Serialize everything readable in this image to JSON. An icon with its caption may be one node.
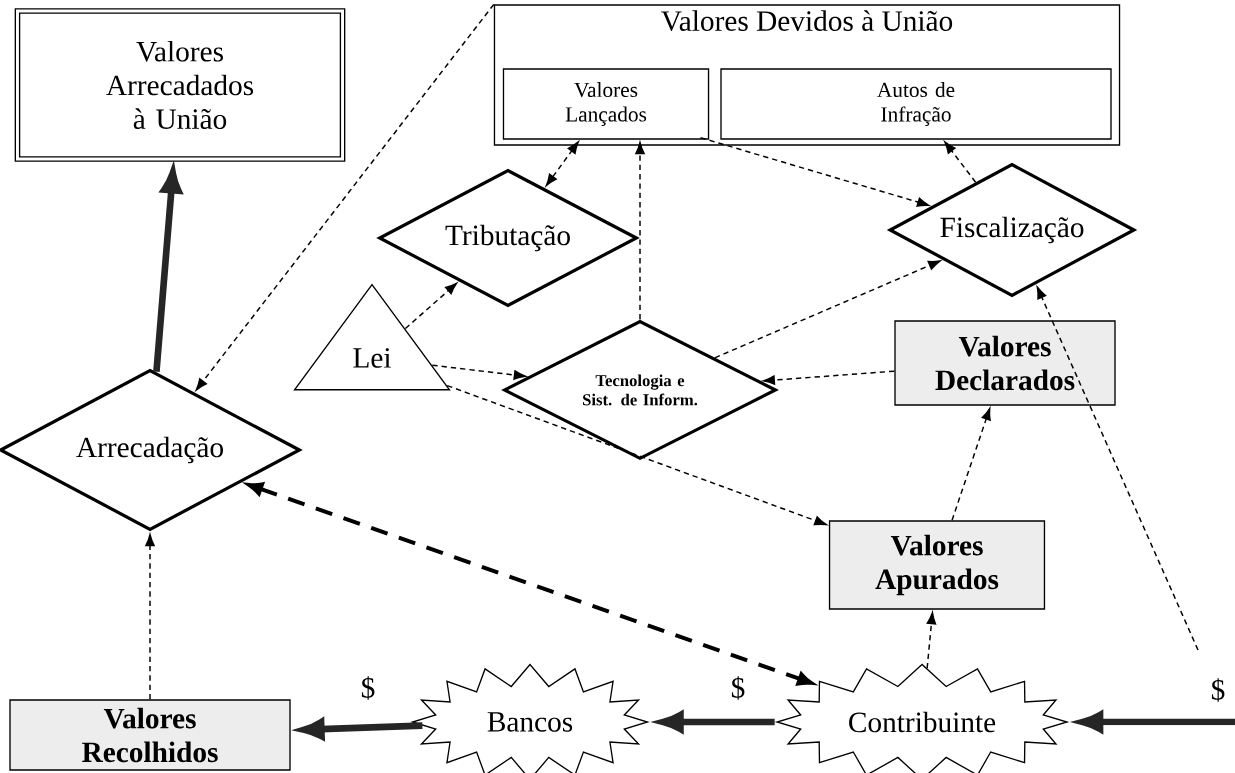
{
  "diagram": {
    "nodes": [
      {
        "text": [
          "Valores Arrecadados à União"
        ]
      },
      {
        "text": [
          "Valores Devidos à União"
        ]
      },
      {
        "text": [
          "Valores Lançados"
        ],
        "in": 1
      },
      {
        "text": [
          "Autos de Infração"
        ],
        "in": 1
      },
      {
        "text": [
          "Tributação"
        ]
      },
      {
        "text": [
          "Fiscalização"
        ]
      },
      {
        "text": [
          "Lei"
        ]
      },
      {
        "text": [
          "Tecnologia e Sist. de Inform."
        ]
      },
      {
        "text": [
          "Valores Declarados"
        ]
      },
      {
        "text": [
          "Arrecadação"
        ]
      },
      {
        "text": [
          "Valores Apurados"
        ]
      },
      {
        "text": [
          "Valores Recolhidos"
        ]
      },
      {
        "text": [
          "Bancos"
        ]
      },
      {
        "text": [
          "Contribuinte"
        ]
      }
    ],
    "edges": [
      {
        "from": 9,
        "to": 0,
        "arrow": "to",
        "style": "thick"
      },
      {
        "from": 1,
        "to": 9,
        "arrow": "to",
        "style": "dashed"
      },
      {
        "from": 4,
        "to": 2,
        "arrow": "both",
        "style": "dashed"
      },
      {
        "from": 7,
        "to": 2,
        "arrow": "to",
        "style": "dashed"
      },
      {
        "from": 1,
        "to": 5,
        "arrow": "to",
        "style": "dashed"
      },
      {
        "from": 5,
        "to": 3,
        "arrow": "to",
        "style": "dashed"
      },
      {
        "from": 6,
        "to": 4,
        "arrow": "to",
        "style": "dashed"
      },
      {
        "from": 6,
        "to": 7,
        "arrow": "to",
        "style": "dashed"
      },
      {
        "from": 7,
        "to": 5,
        "arrow": "to",
        "style": "dashed"
      },
      {
        "from": 8,
        "to": 7,
        "arrow": "to",
        "style": "dashed"
      },
      {
        "from": 6,
        "to": 10,
        "arrow": "to",
        "style": "dashed"
      },
      {
        "from": 10,
        "to": 8,
        "arrow": "to",
        "style": "dashed"
      },
      {
        "from": 13,
        "to": 10,
        "arrow": "to",
        "style": "dashed"
      },
      {
        "from": null,
        "to": 5,
        "arrow": "to",
        "style": "dashed"
      },
      {
        "from": 11,
        "to": 9,
        "arrow": "to",
        "style": "dashed"
      },
      {
        "from": 9,
        "to": 13,
        "arrow": "both",
        "style": "dashed"
      },
      {
        "from": 12,
        "to": 11,
        "arrow": "to",
        "style": "thick",
        "label": "$"
      },
      {
        "from": 13,
        "to": 12,
        "arrow": "to",
        "style": "thick",
        "label": "$"
      },
      {
        "from": null,
        "to": 13,
        "arrow": "to",
        "style": "thick",
        "label": "$"
      }
    ]
  }
}
